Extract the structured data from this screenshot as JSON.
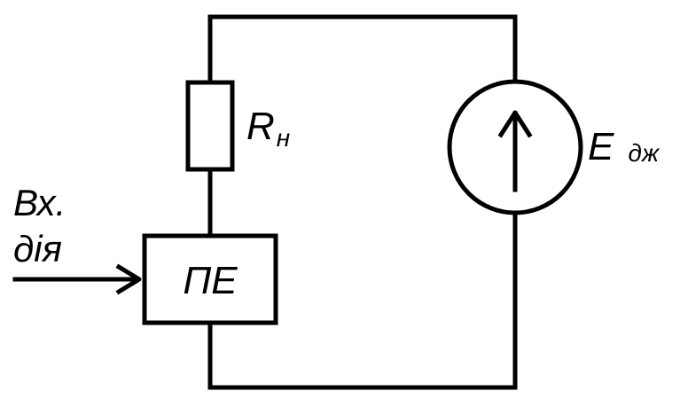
{
  "diagram": {
    "resistor": {
      "label": "R",
      "subscript": "н"
    },
    "source": {
      "label": "E",
      "subscript": "дж"
    },
    "converter": {
      "label": "ПЕ"
    },
    "input": {
      "line1": "Вх.",
      "line2": "дія"
    }
  }
}
